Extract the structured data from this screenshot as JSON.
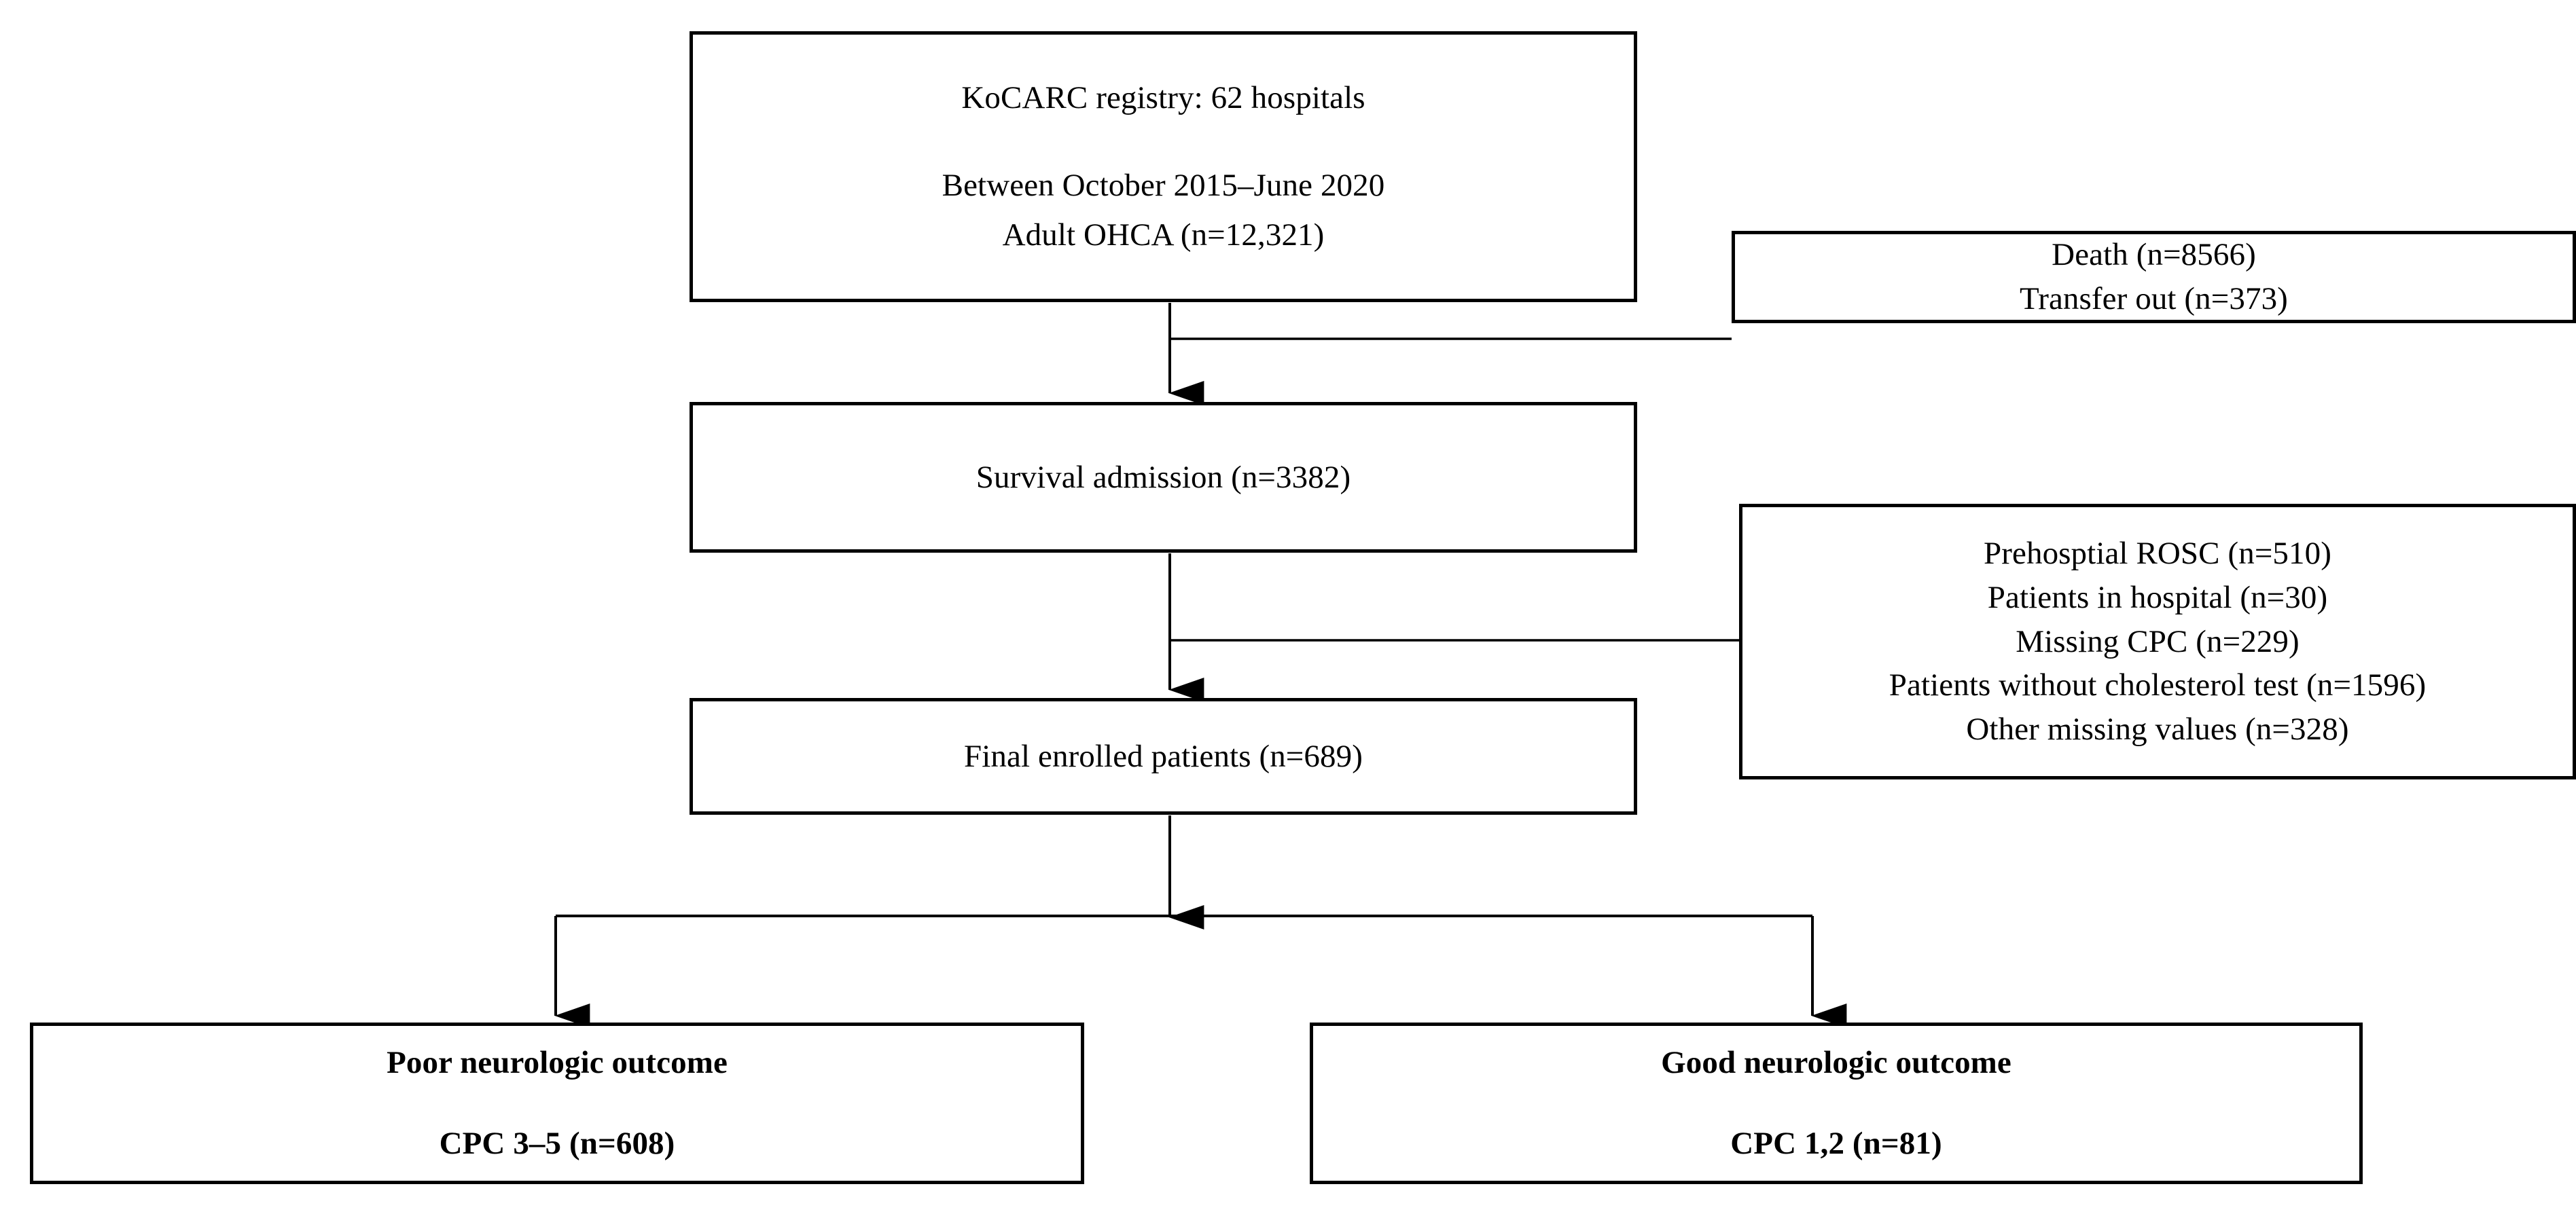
{
  "diagram": {
    "title": "Patient enrollment flow diagram",
    "type": "flowchart",
    "background_color": "#ffffff",
    "line_color": "#000000"
  },
  "nodes": {
    "source": {
      "name": "source-cohort",
      "lines": [
        "KoCARC registry: 62 hospitals",
        "Between October 2015–June 2020",
        "Adult OHCA (n=12,321)"
      ]
    },
    "exclusion1": {
      "name": "exclusion-after-source",
      "lines": [
        "Death (n=8566)",
        "Transfer out (n=373)"
      ]
    },
    "survival": {
      "name": "survival-admission",
      "lines": [
        "Survival admission (n=3382)"
      ]
    },
    "exclusion2": {
      "name": "exclusion-after-survival",
      "lines": [
        "Prehosptial ROSC (n=510)",
        "Patients in hospital (n=30)",
        "Missing CPC (n=229)",
        "Patients without cholesterol test (n=1596)",
        "Other missing values (n=328)"
      ]
    },
    "final": {
      "name": "final-enrolled",
      "lines": [
        "Final enrolled patients (n=689)"
      ]
    },
    "poor_outcome": {
      "name": "poor-neurologic-outcome",
      "lines": [
        "Poor neurologic outcome",
        "CPC 3–5 (n=608)"
      ]
    },
    "good_outcome": {
      "name": "good-neurologic-outcome",
      "lines": [
        "Good neurologic outcome",
        "CPC 1,2 (n=81)"
      ]
    }
  },
  "chart_data": {
    "type": "flowchart",
    "title": "KoCARC OHCA patient enrollment flow",
    "stages": [
      {
        "label": "Adult OHCA",
        "n": 12321,
        "registry": "KoCARC registry: 62 hospitals",
        "period": "October 2015–June 2020"
      },
      {
        "label": "Survival admission",
        "n": 3382
      },
      {
        "label": "Final enrolled patients",
        "n": 689
      }
    ],
    "exclusions": [
      {
        "after_stage": "Adult OHCA",
        "reasons": [
          {
            "label": "Death",
            "n": 8566
          },
          {
            "label": "Transfer out",
            "n": 373
          }
        ]
      },
      {
        "after_stage": "Survival admission",
        "reasons": [
          {
            "label": "Prehosptial ROSC",
            "n": 510
          },
          {
            "label": "Patients in hospital",
            "n": 30
          },
          {
            "label": "Missing CPC",
            "n": 229
          },
          {
            "label": "Patients without cholesterol test",
            "n": 1596
          },
          {
            "label": "Other missing values",
            "n": 328
          }
        ]
      }
    ],
    "outcomes": [
      {
        "label": "Poor neurologic outcome",
        "cpc": "CPC 3–5",
        "n": 608
      },
      {
        "label": "Good neurologic outcome",
        "cpc": "CPC 1,2",
        "n": 81
      }
    ]
  }
}
